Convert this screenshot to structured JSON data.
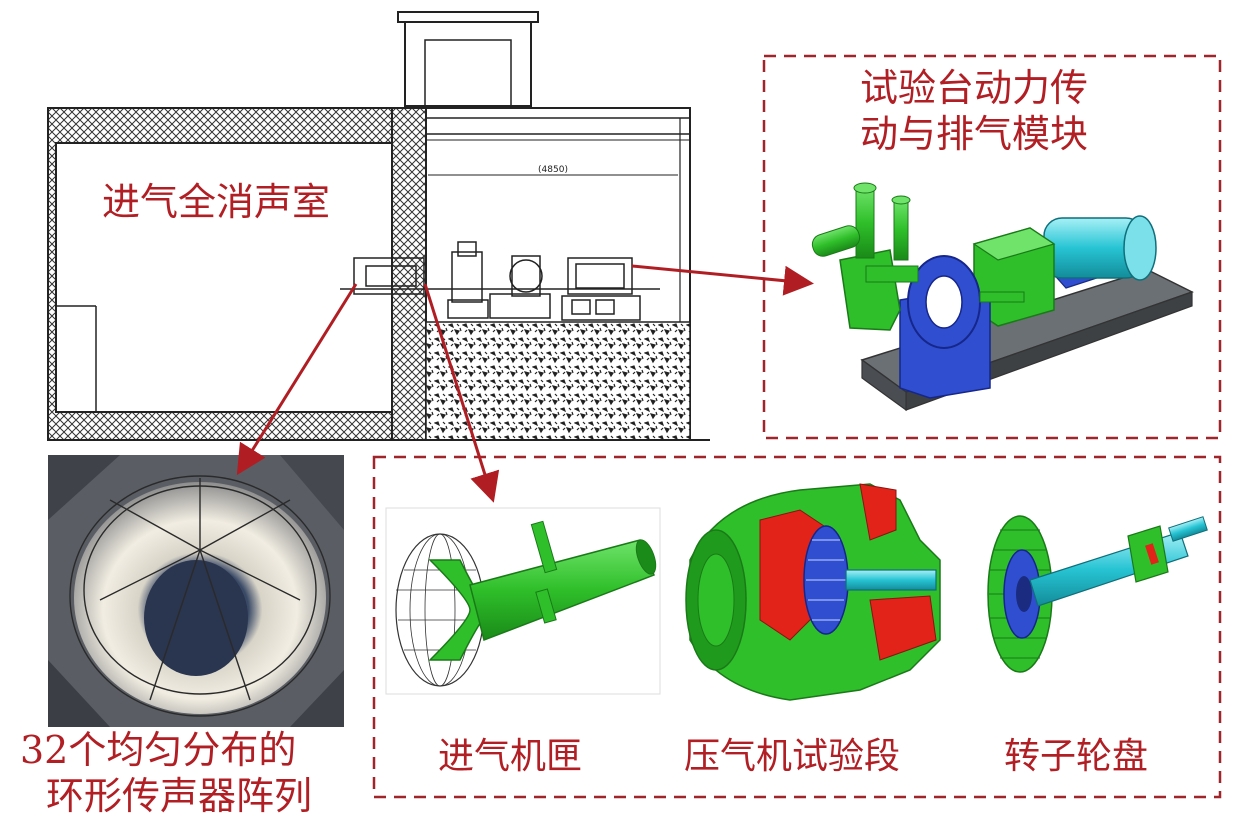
{
  "labels": {
    "intake_room": "进气全消声室",
    "power_module_line1": "试验台动力传",
    "power_module_line2": "动与排气模块",
    "mic_array_line1": "32个均匀分布的",
    "mic_array_line2": "环形传声器阵列",
    "intake_box": "进气机匣",
    "compressor_section": "压气机试验段",
    "rotor_disk": "转子轮盘",
    "dimension": "(4850)"
  },
  "colors": {
    "label": "#b11f24",
    "dashed_box": "#a0252a",
    "arrow": "#b01e23",
    "model_green": "#2fbf2a",
    "model_blue": "#2f4fd0",
    "model_cyan": "#22c7d6",
    "model_red": "#e2231a",
    "base_gray": "#555a5e"
  }
}
